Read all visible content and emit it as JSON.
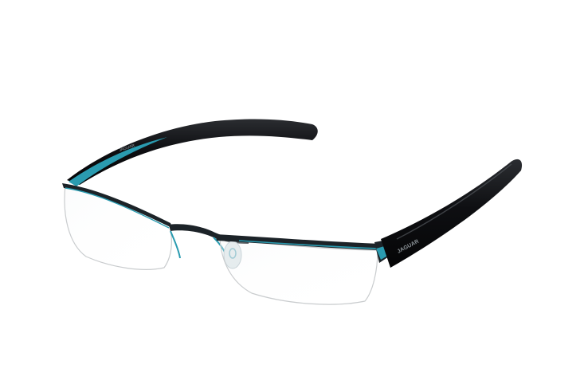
{
  "image": {
    "subject": "eyeglasses"
  },
  "colors": {
    "background": "#ffffff",
    "frame": "#1c2328",
    "temple": "#0e0f12",
    "accent": "#2a9bb0",
    "lens_edge": "#c9ccce",
    "nose_pad": "#dfe7ea"
  },
  "temple_inscriptions": {
    "left_temple": "JAGUAR",
    "right_temple": "JAGUAR"
  }
}
